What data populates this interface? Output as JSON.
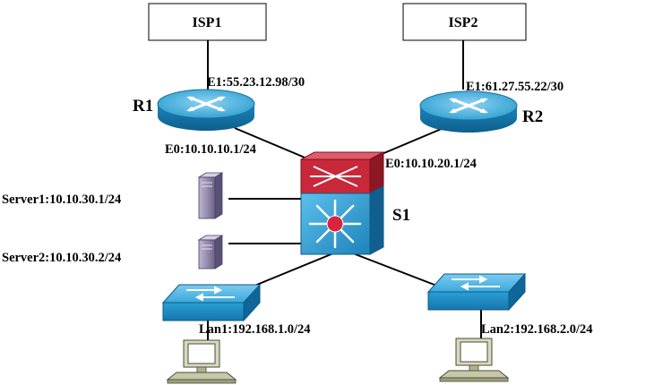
{
  "nodes": {
    "isp1": "ISP1",
    "isp2": "ISP2",
    "r1": "R1",
    "r2": "R2",
    "s1": "S1"
  },
  "interfaces": {
    "r1_e1": "E1:55.23.12.98/30",
    "r2_e1": "E1:61.27.55.22/30",
    "r1_e0": "E0:10.10.10.1/24",
    "r2_e0": "E0:10.10.20.1/24",
    "server1": "Server1:10.10.30.1/24",
    "server2": "Server2:10.10.30.2/24",
    "lan1": "Lan1:192.168.1.0/24",
    "lan2": "Lan2:192.168.2.0/24"
  },
  "colors": {
    "router": "#2d9fd0",
    "switch": "#2a9fd6",
    "l3_top": "#c8283a",
    "server": "#8a7ea3",
    "pc": "#c8c8a8"
  }
}
